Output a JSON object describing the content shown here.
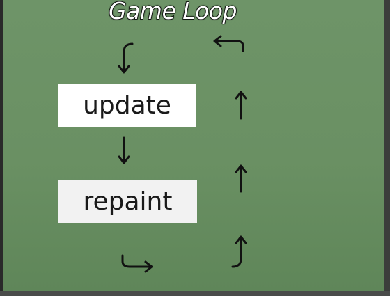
{
  "title": "Game Loop",
  "steps": [
    {
      "label": "update"
    },
    {
      "label": "repaint"
    }
  ],
  "arrows": [
    {
      "name": "curved-down-arrow-icon"
    },
    {
      "name": "down-arrow-icon"
    },
    {
      "name": "curved-right-arrow-icon"
    },
    {
      "name": "curved-up-arrow-icon"
    },
    {
      "name": "up-arrow-icon"
    },
    {
      "name": "up-arrow-icon"
    },
    {
      "name": "curved-left-arrow-icon"
    }
  ],
  "colors": {
    "background": "#6a9063",
    "box": "#ffffff",
    "text": "#1a1a1a",
    "arrow": "#111111"
  }
}
